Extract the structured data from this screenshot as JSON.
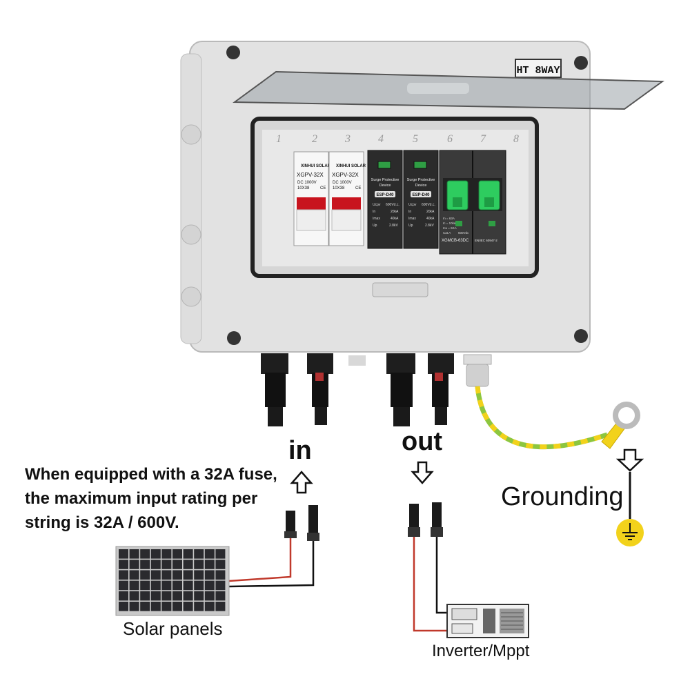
{
  "enclosure": {
    "nameplate": "HT 8WAY",
    "slot_numbers": [
      "1",
      "2",
      "3",
      "4",
      "5",
      "6",
      "7",
      "8"
    ]
  },
  "fuse_holders": [
    {
      "brand": "XINHUI SOLAR",
      "model": "XGPV-32X",
      "rating": "DC 1000V",
      "size": "10X38",
      "mark": "CE"
    },
    {
      "brand": "XINHUI SOLAR",
      "model": "XGPV-32X",
      "rating": "DC 1000V",
      "size": "10X38",
      "mark": "CE"
    }
  ],
  "surge_devices": [
    {
      "title_line1": "Surge Protective",
      "title_line2": "Device",
      "model": "ESP-D40",
      "spec_keys": [
        "Ucpv",
        "In",
        "Imax",
        "Up"
      ],
      "spec_vals": [
        "600Vd.c.",
        "20kA",
        "40kA",
        "2.8kV"
      ]
    },
    {
      "title_line1": "Surge Protective",
      "title_line2": "Device",
      "model": "ESP-D40",
      "spec_keys": [
        "Ucpv",
        "In",
        "Imax",
        "Up"
      ],
      "spec_vals": [
        "600Vd.c.",
        "20kA",
        "40kA",
        "2.8kV"
      ]
    }
  ],
  "breaker": {
    "model": "XGMCB-63DC",
    "standard": "EN/IEC 60947-2",
    "specs": [
      "In = 63A",
      "Ic = 10ka",
      "Icu = 6KA",
      "Cat.A"
    ],
    "voltage": "600Vdc"
  },
  "labels": {
    "in": "in",
    "out": "out",
    "grounding": "Grounding",
    "solar_panels": "Solar panels",
    "inverter": "Inverter/Mppt"
  },
  "note_lines": [
    "When equipped with a 32A fuse,",
    "the maximum input rating per",
    "string is 32A / 600V."
  ],
  "colors": {
    "enclosure": "#e4e4e4",
    "breaker_toggle": "#2ecc5f",
    "spd_body": "#2b2b2b",
    "fuse_window": "#c8141e",
    "ground_wire_green": "#8dc63f",
    "ground_wire_yellow": "#f2d21b",
    "wire_red": "#c0392b"
  }
}
